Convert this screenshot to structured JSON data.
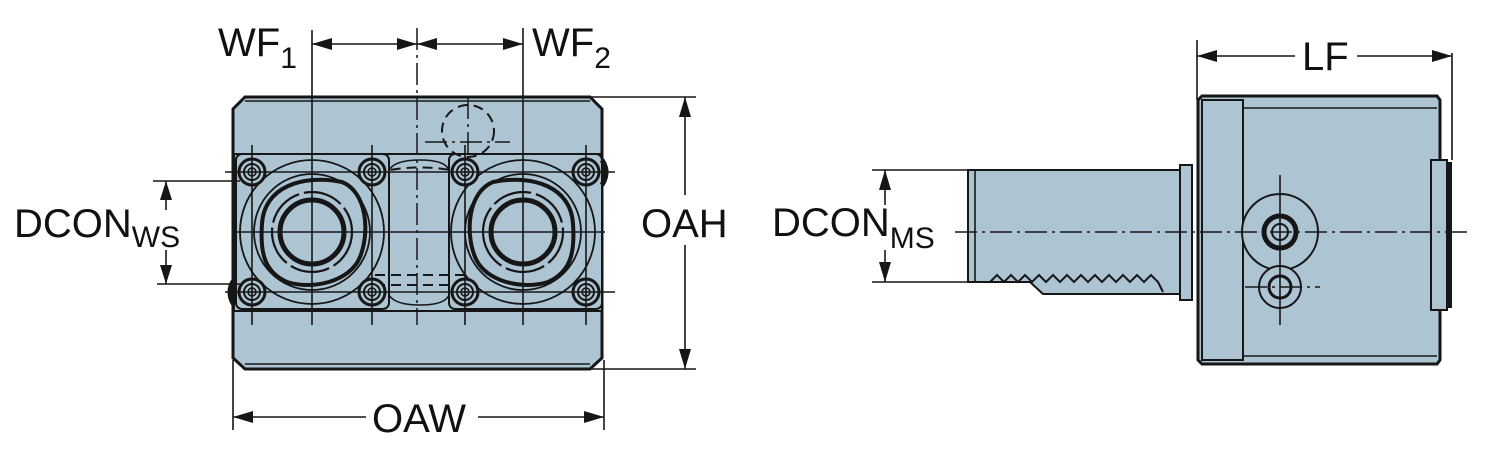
{
  "figure": {
    "type": "technical-drawing",
    "subject": "Twin-spindle tool holder (front view and side view) with dimension callouts",
    "colors": {
      "part_fill": "#adc4d2",
      "line": "#161616",
      "background": "#ffffff"
    }
  },
  "front_view": {
    "dimensions": {
      "wf1": {
        "main": "WF",
        "sub": "1"
      },
      "wf2": {
        "main": "WF",
        "sub": "2"
      },
      "dcon_ws": {
        "main": "DCON",
        "sub": "WS"
      },
      "oah": {
        "main": "OAH"
      },
      "oaw": {
        "main": "OAW"
      }
    }
  },
  "side_view": {
    "dimensions": {
      "lf": {
        "main": "LF"
      },
      "dcon_ms": {
        "main": "DCON",
        "sub": "MS"
      }
    }
  }
}
